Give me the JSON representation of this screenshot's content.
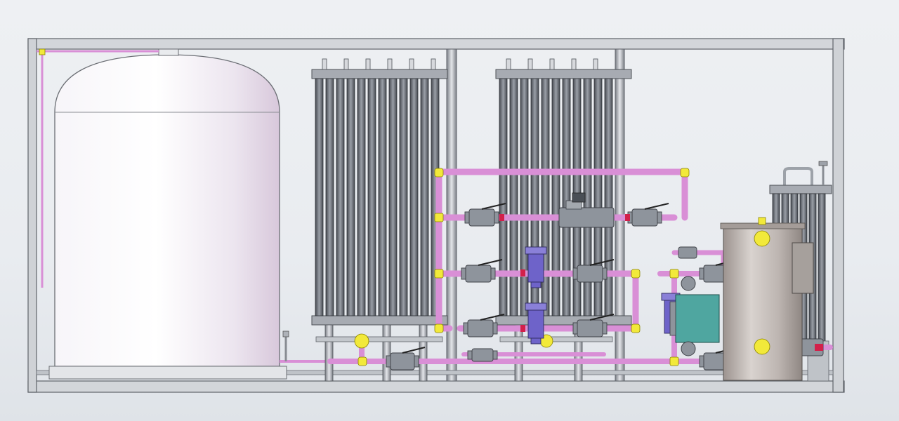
{
  "colors": {
    "pipe": "#d98fd6",
    "pipe_dark": "#b06aae",
    "fitting": "#f2e93a",
    "frame": "#c9ccd1",
    "frame_edge": "#6d7178",
    "tank": "#f4f2f6",
    "vaporizer_fin": "#5f636b",
    "valve": "#8e949c",
    "heat_exchanger": "#4fa6a0",
    "regulator": "#6e63c9",
    "vessel": "#b9b2ae"
  },
  "components": [
    {
      "id": "storage-tank",
      "icon": "lng-tank-icon"
    },
    {
      "id": "vaporizer-left",
      "icon": "ambient-vaporizer-icon"
    },
    {
      "id": "vaporizer-middle",
      "icon": "ambient-vaporizer-icon"
    },
    {
      "id": "small-vaporizer",
      "icon": "ambient-vaporizer-icon"
    },
    {
      "id": "buffer-vessel",
      "icon": "vessel-icon"
    },
    {
      "id": "flow-meter",
      "icon": "flow-meter-icon"
    },
    {
      "id": "heat-exchanger",
      "icon": "water-bath-heater-icon"
    }
  ]
}
